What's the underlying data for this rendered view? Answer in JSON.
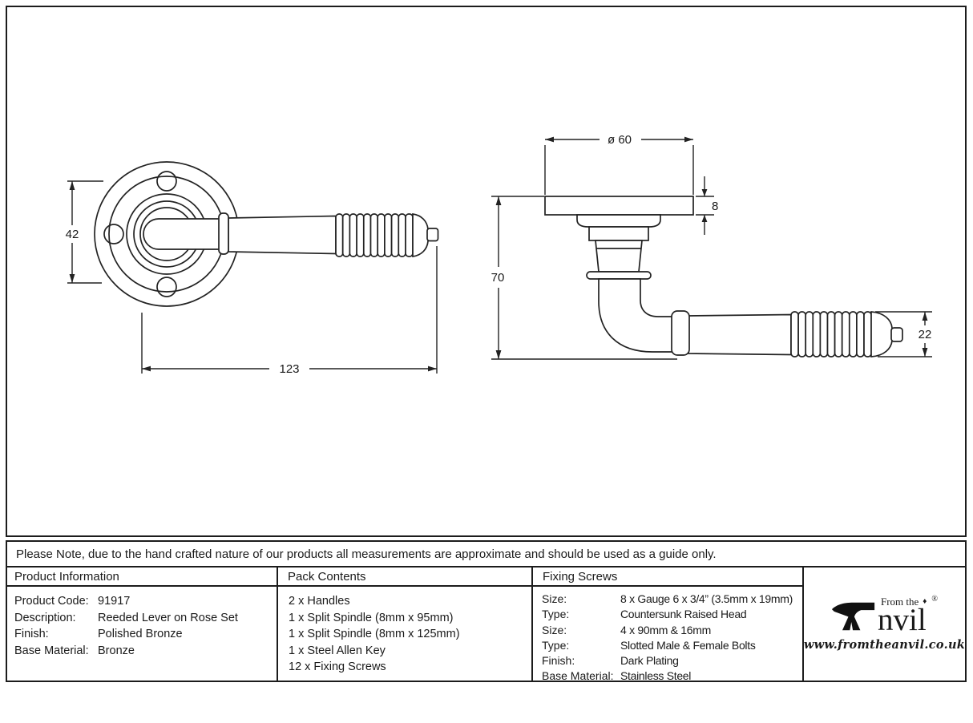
{
  "note": "Please Note, due to the hand crafted nature of our products all measurements are approximate and should be used as a guide only.",
  "drawing": {
    "front_view": {
      "dim_rose_diameter": "42",
      "dim_overall_length": "123"
    },
    "side_view": {
      "dim_rose_diameter": "ø 60",
      "dim_rose_thickness": "8",
      "dim_projection": "70",
      "dim_grip_diameter": "22"
    }
  },
  "product_information": {
    "header": "Product Information",
    "rows": [
      {
        "label": "Product Code:",
        "value": "91917"
      },
      {
        "label": "Description:",
        "value": "Reeded Lever on Rose Set"
      },
      {
        "label": "Finish:",
        "value": "Polished Bronze"
      },
      {
        "label": "Base Material:",
        "value": "Bronze"
      }
    ]
  },
  "pack_contents": {
    "header": "Pack Contents",
    "items": [
      "2 x Handles",
      "1 x Split Spindle (8mm x 95mm)",
      "1 x Split Spindle (8mm x 125mm)",
      "1 x Steel Allen Key",
      "12 x Fixing Screws"
    ]
  },
  "fixing_screws": {
    "header": "Fixing Screws",
    "rows": [
      {
        "label": "Size:",
        "value": "8 x Gauge 6 x 3/4” (3.5mm x 19mm)"
      },
      {
        "label": "Type:",
        "value": "Countersunk Raised Head"
      },
      {
        "label": "Size:",
        "value": "4 x 90mm & 16mm"
      },
      {
        "label": "Type:",
        "value": "Slotted Male & Female Bolts"
      },
      {
        "label": "Finish:",
        "value": "Dark Plating"
      },
      {
        "label": "Base Material:",
        "value": "Stainless Steel"
      }
    ]
  },
  "logo": {
    "brand_prefix": "From the",
    "brand_name": "nvil",
    "registered": "®",
    "diamond": "♦",
    "url": "www.fromtheanvil.co.uk"
  },
  "colors": {
    "line": "#222222",
    "border": "#1c1c1c",
    "background": "#ffffff"
  }
}
